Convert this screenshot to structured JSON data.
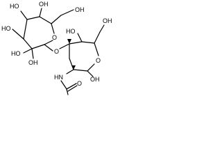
{
  "molecule": {
    "labels": {
      "ho_top_left": "HO",
      "oh_top": "OH",
      "oh_top_right": "OH",
      "ho_left": "HO",
      "o_ring_a": "O",
      "ho_mid_left": "HO",
      "oh_ring_a_bottom": "OH",
      "ho_center": "HO",
      "oh_right_top": "OH",
      "o_glycosidic": "O",
      "o_ring_b": "O",
      "oh_anomeric": "OH",
      "hn": "HN",
      "o_carbonyl": "O"
    }
  }
}
